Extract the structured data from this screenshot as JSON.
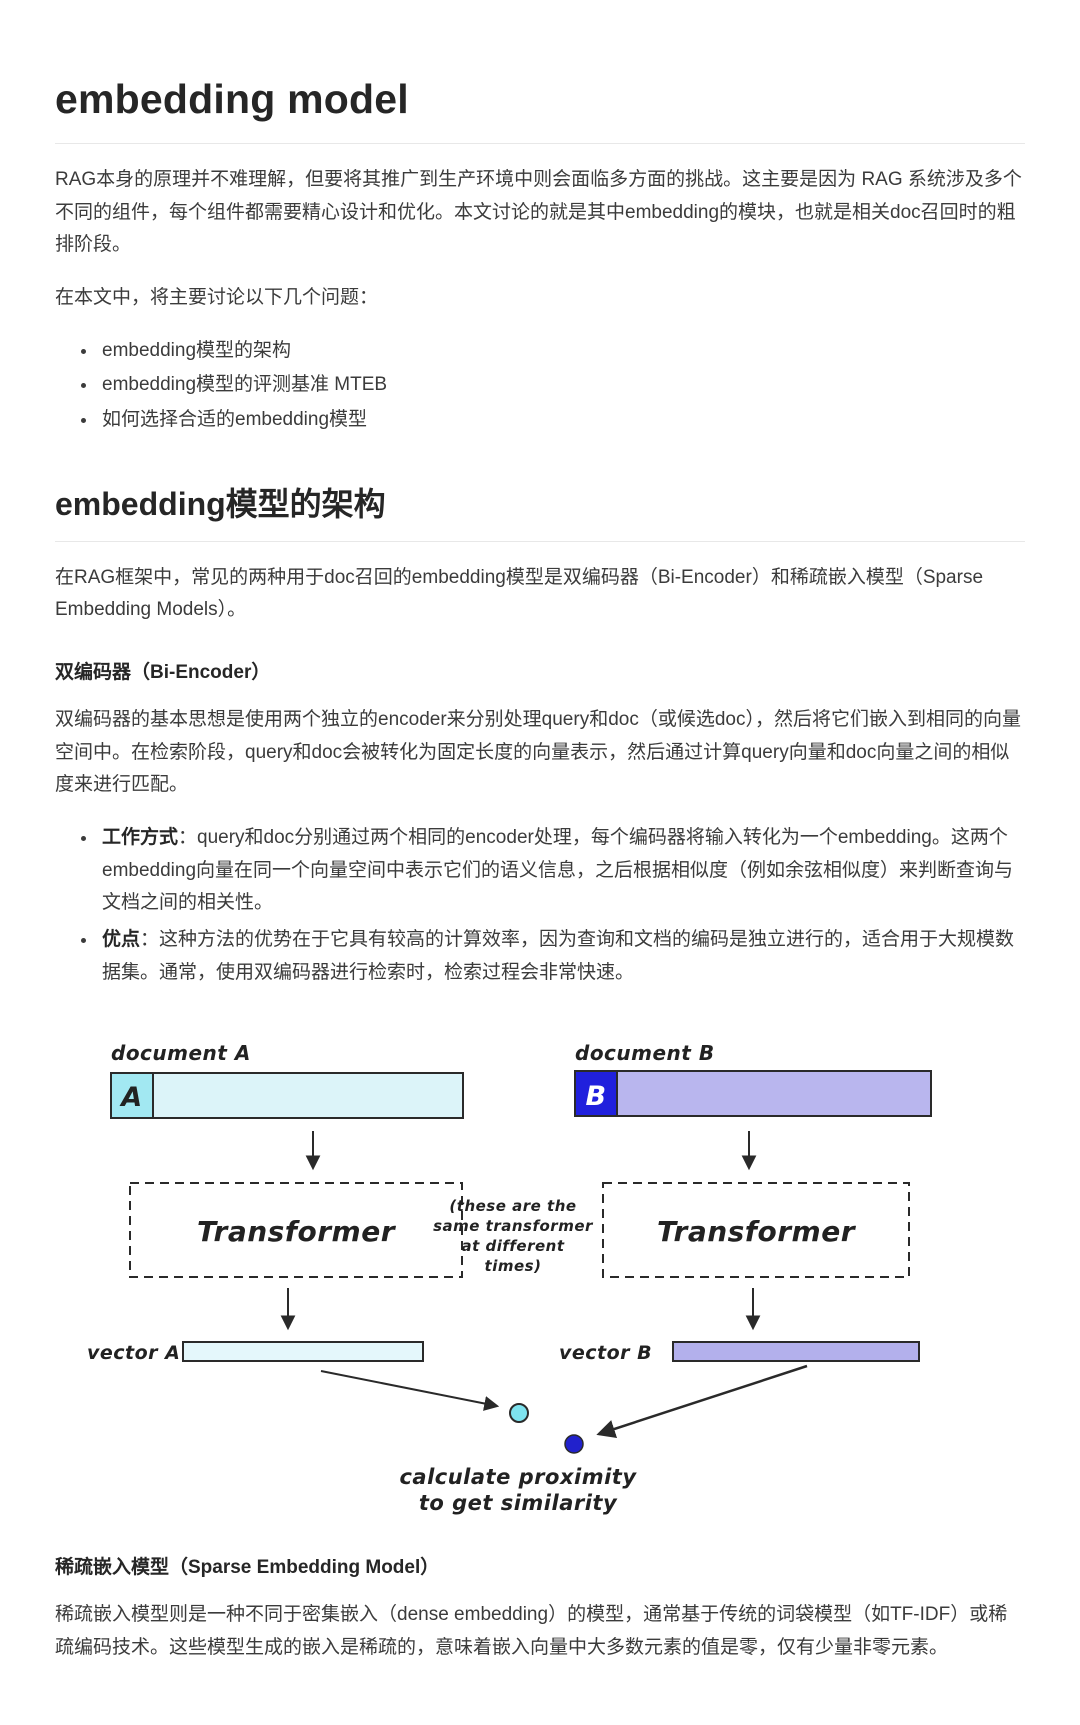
{
  "page": {
    "title": "embedding model",
    "intro": {
      "p1": "RAG本身的原理并不难理解，但要将其推广到生产环境中则会面临多方面的挑战。这主要是因为 RAG 系统涉及多个不同的组件，每个组件都需要精心设计和优化。本文讨论的就是其中embedding的模块，也就是相关doc召回时的粗排阶段。",
      "p2": "在本文中，将主要讨论以下几个问题：",
      "topics": [
        "embedding模型的架构",
        "embedding模型的评测基准 MTEB",
        "如何选择合适的embedding模型"
      ]
    },
    "architecture": {
      "heading": "embedding模型的架构",
      "p1": "在RAG框架中，常见的两种用于doc召回的embedding模型是双编码器（Bi-Encoder）和稀疏嵌入模型（Sparse Embedding Models）。",
      "bi_encoder": {
        "heading": "双编码器（Bi-Encoder）",
        "p1": "双编码器的基本思想是使用两个独立的encoder来分别处理query和doc（或候选doc），然后将它们嵌入到相同的向量空间中。在检索阶段，query和doc会被转化为固定长度的向量表示，然后通过计算query向量和doc向量之间的相似度来进行匹配。",
        "bullets": [
          {
            "label": "工作方式",
            "text": "：query和doc分别通过两个相同的encoder处理，每个编码器将输入转化为一个embedding。这两个embedding向量在同一个向量空间中表示它们的语义信息，之后根据相似度（例如余弦相似度）来判断查询与文档之间的相关性。"
          },
          {
            "label": "优点",
            "text": "：这种方法的优势在于它具有较高的计算效率，因为查询和文档的编码是独立进行的，适合用于大规模数据集。通常，使用双编码器进行检索时，检索过程会非常快速。"
          }
        ]
      },
      "diagram": {
        "doc_a_label": "document A",
        "doc_a_letter": "A",
        "doc_b_label": "document B",
        "doc_b_letter": "B",
        "transformer_label_a": "Transformer",
        "transformer_label_b": "Transformer",
        "note_lines": [
          "(these are the",
          "same transformer",
          "at different",
          "times)"
        ],
        "vector_a_label": "vector A",
        "vector_b_label": "vector B",
        "caption_line1": "calculate proximity",
        "caption_line2": "to get similarity",
        "colors": {
          "doc_a_fill": "#dcf4f9",
          "doc_a_cell": "#a2e8f2",
          "doc_b_fill": "#b9b6ee",
          "doc_b_cell": "#2020dd",
          "vector_a_fill": "#e4f7fb",
          "vector_b_fill": "#b3b0ec",
          "dot_a": "#7ee3ef",
          "dot_b": "#2121cc",
          "stroke": "#2a2a2a"
        }
      },
      "sparse": {
        "heading": "稀疏嵌入模型（Sparse Embedding Model）",
        "p1": "稀疏嵌入模型则是一种不同于密集嵌入（dense embedding）的模型，通常基于传统的词袋模型（如TF-IDF）或稀疏编码技术。这些模型生成的嵌入是稀疏的，意味着嵌入向量中大多数元素的值是零，仅有少量非零元素。"
      }
    }
  }
}
